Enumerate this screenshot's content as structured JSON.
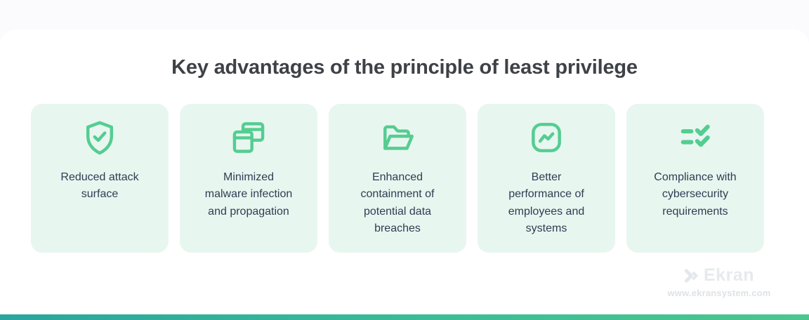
{
  "header": {
    "title": "Key advantages of the principle of least privilege"
  },
  "cards": [
    {
      "icon": "shield-check-icon",
      "label": "Reduced attack\nsurface"
    },
    {
      "icon": "overlapping-windows-icon",
      "label": "Minimized\nmalware infection\nand propagation"
    },
    {
      "icon": "open-folder-icon",
      "label": "Enhanced\ncontainment of\npotential data\nbreaches"
    },
    {
      "icon": "trend-chart-icon",
      "label": "Better\nperformance of\nemployees and\nsystems"
    },
    {
      "icon": "checklist-icon",
      "label": "Compliance with\ncybersecurity\nrequirements"
    }
  ],
  "watermark": {
    "brand": "Ekran",
    "website": "www.ekransystem.com"
  },
  "colors": {
    "accent_green": "#54cd91",
    "card_background": "#e8f6f0",
    "title_text": "#3e4247",
    "card_text": "#2e3e52",
    "bottom_bar_gradient_start": "#29a69e",
    "bottom_bar_gradient_end": "#4cc68f",
    "watermark_gray": "#e7eaed"
  }
}
